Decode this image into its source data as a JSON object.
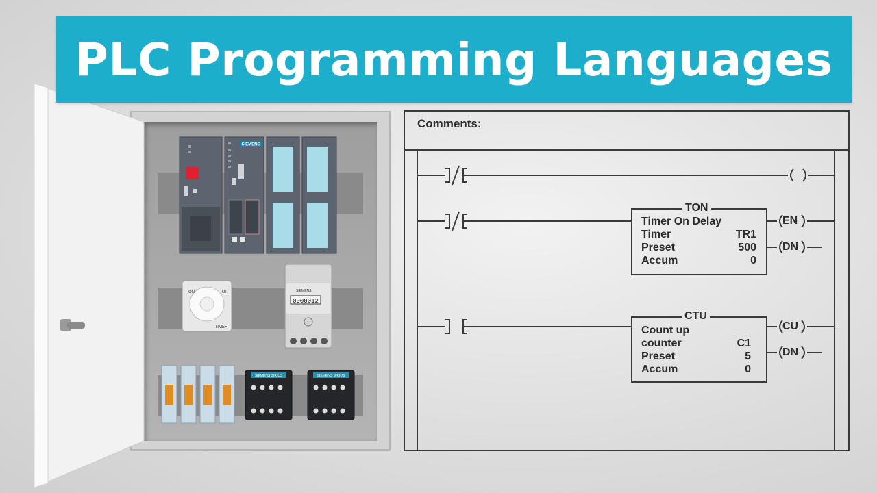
{
  "title": "PLC Programming Languages",
  "ladder": {
    "comments_label": "Comments:",
    "blocks": [
      {
        "name": "TON",
        "rows": [
          {
            "label": "Timer On Delay",
            "value": ""
          },
          {
            "label": "Timer",
            "value": "TR1"
          },
          {
            "label": "Preset",
            "value": "500"
          },
          {
            "label": "Accum",
            "value": "0"
          }
        ],
        "outputs": [
          "EN",
          "DN"
        ]
      },
      {
        "name": "CTU",
        "rows": [
          {
            "label": "Count up",
            "value": ""
          },
          {
            "label": "counter",
            "value": "C1"
          },
          {
            "label": "Preset",
            "value": "5"
          },
          {
            "label": "Accum",
            "value": "0"
          }
        ],
        "outputs": [
          "CU",
          "DN"
        ]
      }
    ]
  },
  "cabinet": {
    "brand": "SIEMENS",
    "timer_labels": {
      "on": "ON",
      "up": "UP",
      "name": "TIMER"
    },
    "counter_display": "0000012",
    "contactor_labels": [
      "SIEMENS SIRIUS",
      "SIEMENS SIRIUS"
    ]
  },
  "colors": {
    "banner": "#1daecb",
    "title_text": "#ffffff",
    "ladder_line": "#3a3a3a"
  }
}
